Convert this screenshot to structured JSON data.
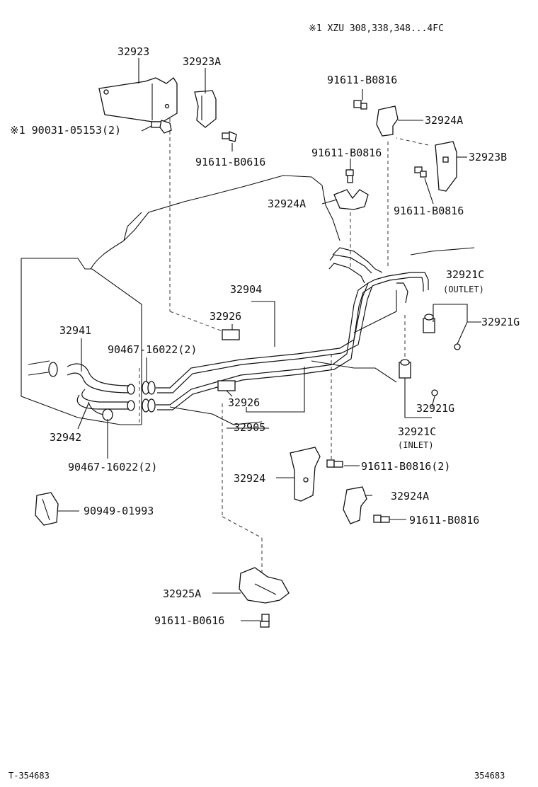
{
  "note": "※1 XZU 308,338,348...4FC",
  "labels": {
    "p32923": "32923",
    "p32923A": "32923A",
    "p90031": "※1 90031-05153(2)",
    "p91611_b0616_top": "91611-B0616",
    "p91611_b0816_a": "91611-B0816",
    "p32924A_top": "32924A",
    "p91611_b0816_b": "91611-B0816",
    "p32923B": "32923B",
    "p32924A_mid": "32924A",
    "p91611_b0816_c": "91611-B0816",
    "p32921C_out": "32921C",
    "outlet": "(OUTLET)",
    "p32921G_a": "32921G",
    "p32904": "32904",
    "p32926_a": "32926",
    "p32941": "32941",
    "p90467_a": "90467-16022(2)",
    "p32926_b": "32926",
    "p32905": "32905",
    "p32921G_b": "32921G",
    "p32921C_in": "32921C",
    "inlet": "(INLET)",
    "p32942": "32942",
    "p90467_b": "90467-16022(2)",
    "p91611_b0816_2": "91611-B0816(2)",
    "p32924": "32924",
    "p32924A_bot": "32924A",
    "p90949": "90949-01993",
    "p91611_b0816_d": "91611-B0816",
    "p32925A": "32925A",
    "p91611_b0616_bot": "91611-B0616"
  },
  "footer": {
    "left": "T-354683",
    "right": "354683"
  }
}
